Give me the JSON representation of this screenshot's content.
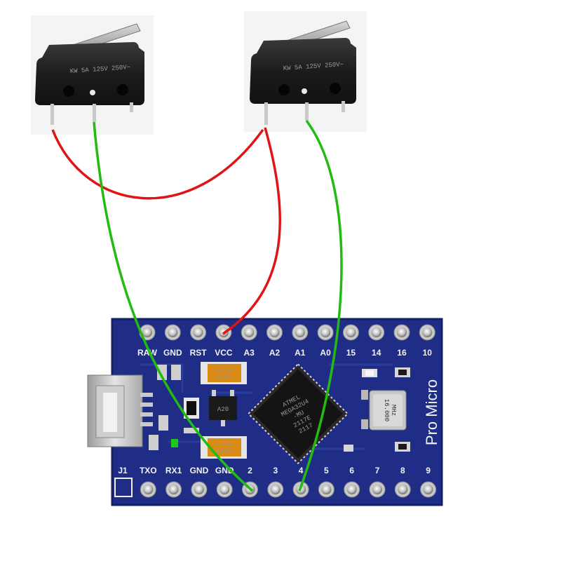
{
  "switch_markings": {
    "left": "KW 5A 125V 250V~",
    "right": "KW 5A 125V 250V~"
  },
  "board": {
    "name": "Pro Micro",
    "top_pins": [
      "RAW",
      "GND",
      "RST",
      "VCC",
      "A3",
      "A2",
      "A1",
      "A0",
      "15",
      "14",
      "16",
      "10"
    ],
    "bottom_pins": [
      "J1",
      "TXO",
      "RX1",
      "GND",
      "GND",
      "2",
      "3",
      "4",
      "5",
      "6",
      "7",
      "8",
      "9"
    ],
    "mcu_text": [
      "ATMEL",
      "MEGA32U4",
      "-MU",
      "2117E",
      "2117"
    ],
    "crystal_text": [
      "16.000",
      "MHz"
    ],
    "tantalum_text": [
      "A104C",
      "19101"
    ],
    "regulator_text": "A20"
  },
  "colors": {
    "vcc_wire": "#e01414",
    "signal_wire": "#22bb11",
    "pcb": "#1f2d86",
    "pcb_edge": "#151f66"
  }
}
